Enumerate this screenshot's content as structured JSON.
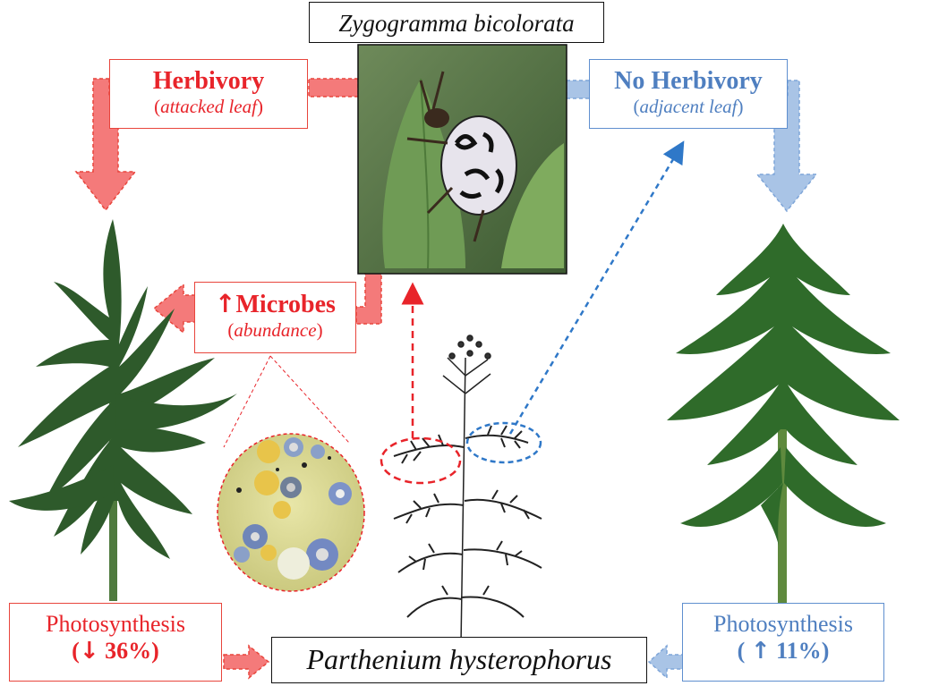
{
  "diagram": {
    "insect": "Zygogramma bicolorata",
    "plant": "Parthenium hysterophorus",
    "herbivory": {
      "title": "Herbivory",
      "subtitle": "attacked leaf"
    },
    "no_herbivory": {
      "title": "No Herbivory",
      "subtitle": "adjacent leaf"
    },
    "microbes": {
      "arrow": "↑",
      "title": "Microbes",
      "subtitle": "abundance"
    },
    "photosynthesis_attacked": {
      "label": "Photosynthesis",
      "arrow": "↓",
      "value": "36%"
    },
    "photosynthesis_adjacent": {
      "label": "Photosynthesis",
      "arrow": "↑",
      "value": "11%"
    },
    "colors": {
      "red": "#e8242a",
      "red_light": "#f47a7a",
      "blue": "#4f7fc0",
      "blue_light": "#a9c4e6",
      "leaf": "#2e5a2b"
    }
  }
}
